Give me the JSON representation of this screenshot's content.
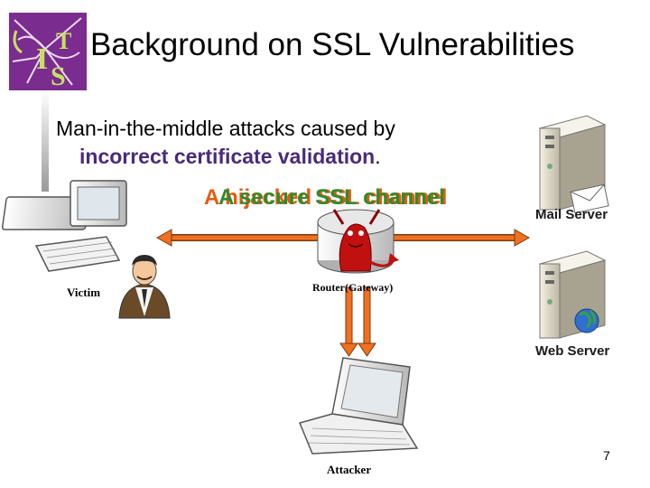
{
  "title": "Background on SSL Vulnerabilities",
  "bullet": {
    "line1": "Man-in-the-middle attacks caused by",
    "emphasis": "incorrect certificate validation",
    "period": "."
  },
  "overlay_labels": {
    "first": "A hijacked SSL channel",
    "second": "A secure SSL channel"
  },
  "nodes": {
    "victim": "Victim",
    "router": "Router(Gateway)",
    "attacker": "Attacker",
    "mail_server": "Mail Server",
    "web_server": "Web Server"
  },
  "page_number": "7",
  "colors": {
    "channel": "#f07020",
    "hijacked_text": "#e85a10",
    "secure_text": "#2e8b2e",
    "logo": "#7a2c8f"
  },
  "icons": [
    "logo-emblem",
    "desktop-computer-icon",
    "person-icon",
    "router-devil-icon",
    "laptop-icon",
    "mail-server-icon",
    "web-server-icon"
  ]
}
